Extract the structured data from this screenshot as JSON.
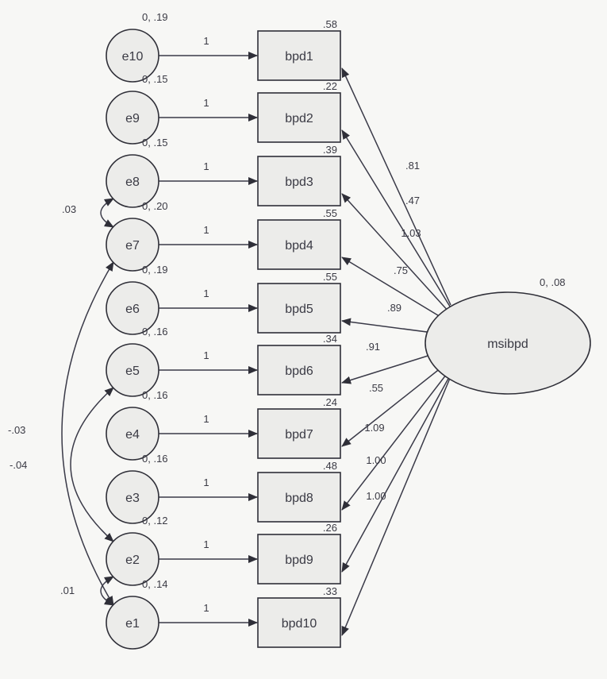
{
  "latent": {
    "id": "msibpd",
    "label": "msibpd",
    "variance": "0, .08"
  },
  "indicators": [
    {
      "id": "bpd1",
      "label": "bpd1",
      "r2": ".58",
      "loading": ".81",
      "error": "e10",
      "error_var": "0, .19",
      "path": "1"
    },
    {
      "id": "bpd2",
      "label": "bpd2",
      "r2": ".22",
      "loading": ".47",
      "error": "e9",
      "error_var": "0, .15",
      "path": "1"
    },
    {
      "id": "bpd3",
      "label": "bpd3",
      "r2": ".39",
      "loading": "1.03",
      "error": "e8",
      "error_var": "0, .15",
      "path": "1"
    },
    {
      "id": "bpd4",
      "label": "bpd4",
      "r2": ".55",
      "loading": ".75",
      "error": "e7",
      "error_var": "0, .20",
      "path": "1"
    },
    {
      "id": "bpd5",
      "label": "bpd5",
      "r2": ".55",
      "loading": ".89",
      "error": "e6",
      "error_var": "0, .19",
      "path": "1"
    },
    {
      "id": "bpd6",
      "label": "bpd6",
      "r2": ".34",
      "loading": ".91",
      "error": "e5",
      "error_var": "0, .16",
      "path": "1"
    },
    {
      "id": "bpd7",
      "label": "bpd7",
      "r2": ".24",
      "loading": ".55",
      "error": "e4",
      "error_var": "0, .16",
      "path": "1"
    },
    {
      "id": "bpd8",
      "label": "bpd8",
      "r2": ".48",
      "loading": "1.09",
      "error": "e3",
      "error_var": "0, .16",
      "path": "1"
    },
    {
      "id": "bpd9",
      "label": "bpd9",
      "r2": ".26",
      "loading": "1.00",
      "error": "e2",
      "error_var": "0, .12",
      "path": "1"
    },
    {
      "id": "bpd10",
      "label": "bpd10",
      "r2": ".33",
      "loading": "1.00",
      "error": "e1",
      "error_var": "0, .14",
      "path": "1"
    }
  ],
  "covariances": [
    {
      "from": "e8",
      "to": "e7",
      "value": ".03"
    },
    {
      "from": "e2",
      "to": "e1",
      "value": ".01"
    },
    {
      "from": "e7",
      "to": "e1",
      "value": "-.03"
    },
    {
      "from": "e5",
      "to": "e2",
      "value": "-.04"
    }
  ],
  "colors": {
    "stroke": "#2f2f38",
    "fill": "#ececea",
    "text": "#3a3a44"
  }
}
